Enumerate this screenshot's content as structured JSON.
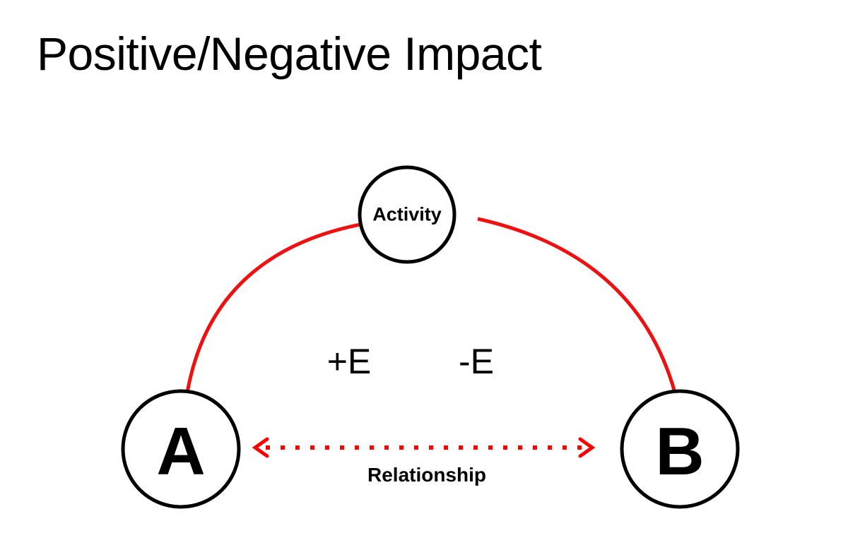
{
  "title": "Positive/Negative Impact",
  "nodes": {
    "activity": "Activity",
    "a": "A",
    "b": "B"
  },
  "labels": {
    "positive": "+E",
    "negative": "-E",
    "relationship": "Relationship"
  },
  "colors": {
    "arc": "#ee1111",
    "arrow": "#ff0000",
    "node_stroke": "#000000"
  }
}
